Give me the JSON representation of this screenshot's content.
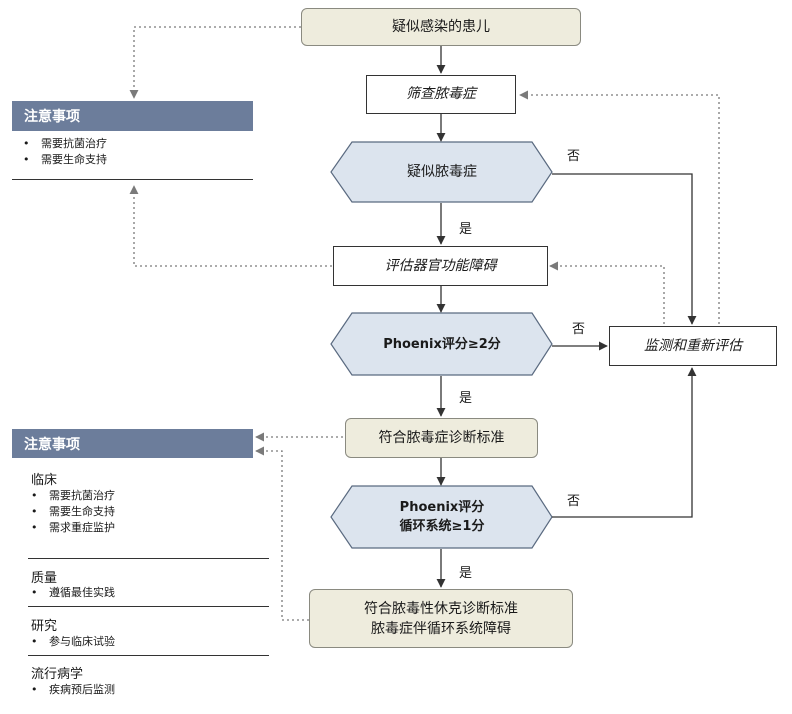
{
  "nodes": {
    "start": "疑似感染的患儿",
    "screen": "筛查脓毒症",
    "suspect": "疑似脓毒症",
    "assess": "评估器官功能障碍",
    "phoenix2": "Phoenix评分≥2分",
    "monitor": "监测和重新评估",
    "sepsis": "符合脓毒症诊断标准",
    "phoenix_cv_line1": "Phoenix评分",
    "phoenix_cv_line2": "循环系统≥1分",
    "shock_line1": "符合脓毒性休克诊断标准",
    "shock_line2": "脓毒症伴循环系统障碍"
  },
  "edge_labels": {
    "yes": "是",
    "no": "否"
  },
  "panel_top": {
    "header": "注意事项",
    "items": [
      "需要抗菌治疗",
      "需要生命支持"
    ]
  },
  "panel_bottom": {
    "header": "注意事项",
    "sections": [
      {
        "title": "临床",
        "items": [
          "需要抗菌治疗",
          "需要生命支持",
          "需求重症监护"
        ]
      },
      {
        "title": "质量",
        "items": [
          "遵循最佳实践"
        ]
      },
      {
        "title": "研究",
        "items": [
          "参与临床试验"
        ]
      },
      {
        "title": "流行病学",
        "items": [
          "疾病预后监测"
        ]
      }
    ]
  },
  "colors": {
    "panel_header": "#6c7d9b",
    "diamond_fill": "#dce4ee",
    "beige_fill": "#eeecdd"
  }
}
